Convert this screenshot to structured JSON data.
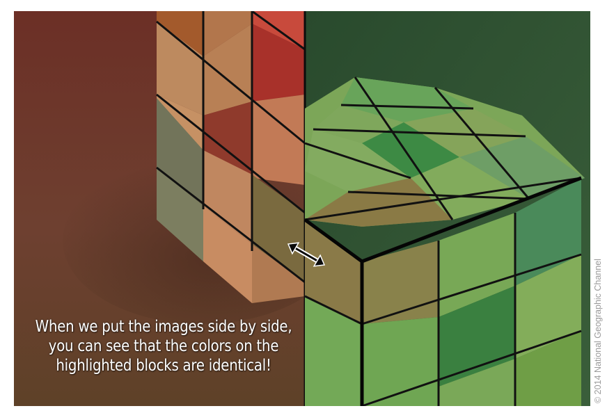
{
  "caption": {
    "lines": [
      "When we put the images side by side,",
      "you can see that the colors on the",
      "highlighted blocks are identical!"
    ]
  },
  "credit": "© 2014 National Geographic Channel",
  "colors": {
    "left_background": "#6e3a2c",
    "right_background": "#2f5233",
    "highlighted_block": "#8a7a45"
  },
  "icons": [
    "double-arrow-icon"
  ]
}
